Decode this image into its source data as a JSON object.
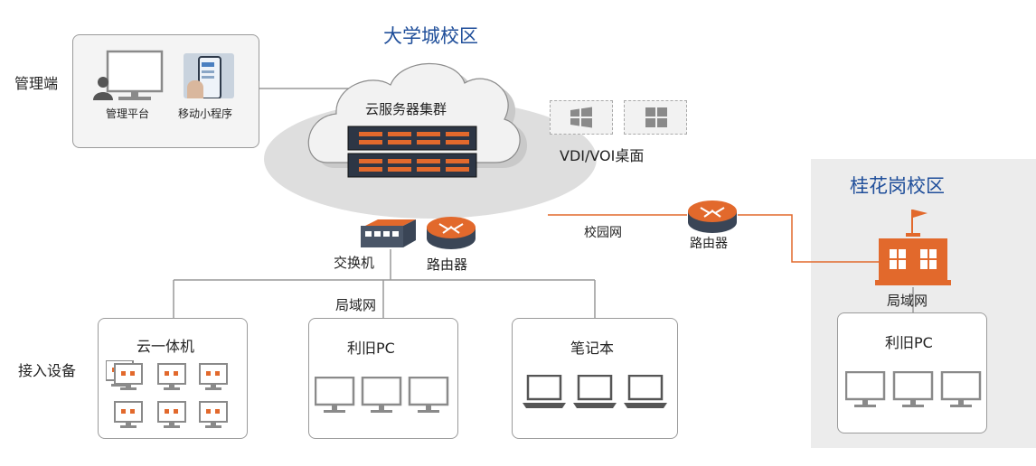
{
  "main_campus": {
    "title": "大学城校区"
  },
  "branch_campus": {
    "title": "桂花岗校区",
    "lan_label": "局域网",
    "old_pc_label": "利旧PC"
  },
  "management": {
    "side_label": "管理端",
    "platform_label": "管理平台",
    "mini_program_label": "移动小程序"
  },
  "cloud": {
    "cluster_label": "云服务器集群",
    "vdi_label": "VDI/VOI桌面"
  },
  "network": {
    "switch_label": "交换机",
    "router_label": "路由器",
    "campus_net_label": "校园网",
    "remote_router_label": "路由器",
    "lan_label": "局域网"
  },
  "access": {
    "side_label": "接入设备",
    "all_in_one_label": "云一体机",
    "old_pc_label": "利旧PC",
    "laptop_label": "笔记本"
  },
  "colors": {
    "accent": "#e2692c",
    "title_blue": "#1f4e9a",
    "panel_gray": "#ececec"
  }
}
